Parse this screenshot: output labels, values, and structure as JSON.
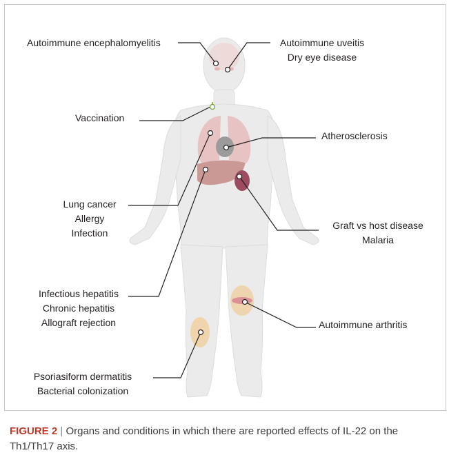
{
  "labels": {
    "encephalomyelitis": "Autoimmune encephalomyelitis",
    "uveitis": [
      "Autoimmune uveitis",
      "Dry eye disease"
    ],
    "vaccination": "Vaccination",
    "atherosclerosis": "Atherosclerosis",
    "lung": [
      "Lung cancer",
      "Allergy",
      "Infection"
    ],
    "graft": [
      "Graft vs host disease",
      "Malaria"
    ],
    "hepatitis": [
      "Infectious hepatitis",
      "Chronic hepatitis",
      "Allograft rejection"
    ],
    "arthritis": "Autoimmune arthritis",
    "dermatitis": [
      "Psoriasiform dermatitis",
      "Bacterial colonization"
    ]
  },
  "caption": {
    "figure": "FIGURE 2",
    "separator": "|",
    "text": "Organs and conditions in which there are reported effects of IL-22 on the Th1/Th17 axis."
  },
  "colors": {
    "body": "#ebebeb",
    "lung": "#e8bcbc",
    "liver": "#c48b86",
    "spleen": "#9c4b60",
    "knee": "#efd3a8",
    "skin": "#f1d2a4",
    "leader": "#231f20",
    "caption_accent": "#c0392b"
  }
}
